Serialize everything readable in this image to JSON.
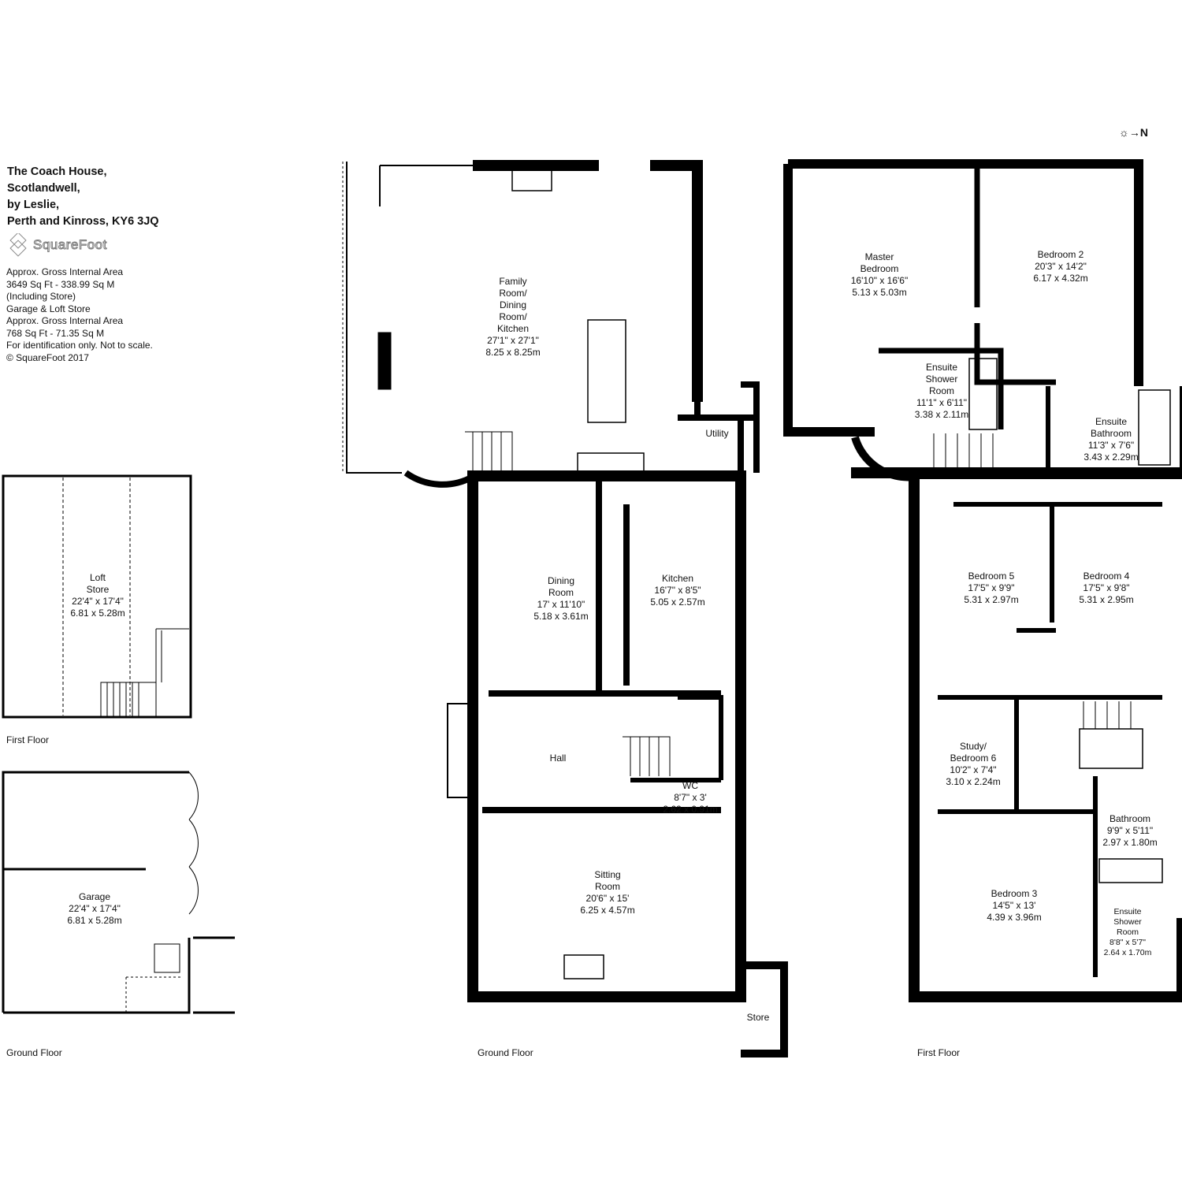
{
  "header": {
    "title_lines": [
      "The Coach House,",
      "Scotlandwell,",
      "by Leslie,",
      "Perth and Kinross, KY6 3JQ"
    ],
    "logo_text": "SquareFoot",
    "info_lines": [
      "Approx. Gross Internal Area",
      "3649 Sq Ft  -  338.99 Sq M",
      "(Including Store)",
      "Garage & Loft Store",
      "Approx. Gross Internal Area",
      "768 Sq Ft  -  71.35 Sq M",
      "For identification only. Not to scale.",
      "© SquareFoot 2017"
    ]
  },
  "compass": {
    "label": "N",
    "icon": "sun-compass-icon"
  },
  "floors": {
    "garage_first": "First Floor",
    "garage_ground": "Ground Floor",
    "main_ground": "Ground Floor",
    "main_first": "First Floor"
  },
  "rooms": {
    "loft_store": [
      "Loft",
      "Store",
      "22'4\" x 17'4\"",
      "6.81 x 5.28m"
    ],
    "garage": [
      "Garage",
      "22'4\" x 17'4\"",
      "6.81 x 5.28m"
    ],
    "family_room": [
      "Family",
      "Room/",
      "Dining",
      "Room/",
      "Kitchen",
      "27'1\" x 27'1\"",
      "8.25 x 8.25m"
    ],
    "utility": [
      "Utility"
    ],
    "dining_room": [
      "Dining",
      "Room",
      "17' x 11'10\"",
      "5.18 x 3.61m"
    ],
    "kitchen": [
      "Kitchen",
      "16'7\" x 8'5\"",
      "5.05 x 2.57m"
    ],
    "hall": [
      "Hall"
    ],
    "wc": [
      "WC",
      "8'7\" x 3'",
      "2.62 x 0.91m"
    ],
    "sitting_room": [
      "Sitting",
      "Room",
      "20'6\" x 15'",
      "6.25 x 4.57m"
    ],
    "store": [
      "Store"
    ],
    "master_bedroom": [
      "Master",
      "Bedroom",
      "16'10\" x 16'6\"",
      "5.13 x 5.03m"
    ],
    "bedroom_2": [
      "Bedroom 2",
      "20'3\" x 14'2\"",
      "6.17 x 4.32m"
    ],
    "ensuite_shower_1": [
      "Ensuite",
      "Shower",
      "Room",
      "11'1\" x 6'11\"",
      "3.38 x 2.11m"
    ],
    "ensuite_bathroom": [
      "Ensuite",
      "Bathroom",
      "11'3\" x 7'6\"",
      "3.43 x 2.29m"
    ],
    "bedroom_5": [
      "Bedroom 5",
      "17'5\" x 9'9\"",
      "5.31 x 2.97m"
    ],
    "bedroom_4": [
      "Bedroom 4",
      "17'5\" x 9'8\"",
      "5.31 x 2.95m"
    ],
    "study": [
      "Study/",
      "Bedroom 6",
      "10'2\" x 7'4\"",
      "3.10 x 2.24m"
    ],
    "bathroom": [
      "Bathroom",
      "9'9\" x 5'11\"",
      "2.97 x 1.80m"
    ],
    "bedroom_3": [
      "Bedroom 3",
      "14'5\" x 13'",
      "4.39 x 3.96m"
    ],
    "ensuite_shower_2": [
      "Ensuite",
      "Shower",
      "Room",
      "8'8\" x 5'7\"",
      "2.64 x 1.70m"
    ]
  }
}
